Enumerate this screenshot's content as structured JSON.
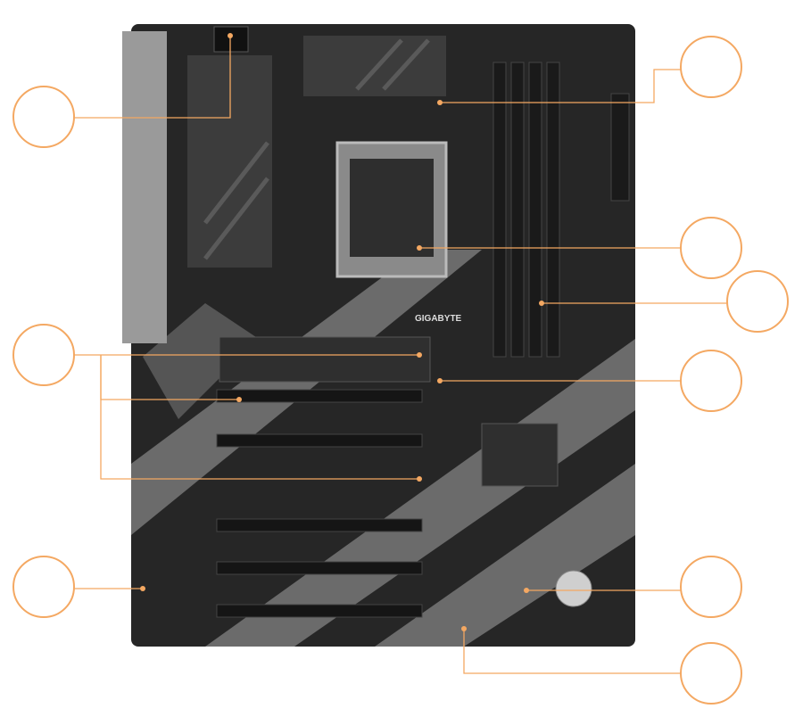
{
  "board": {
    "logo_text": "GIGABYTE",
    "colors": {
      "pcb": "#262626",
      "stripe": "#6e6e6e",
      "heatsink": "#3a3a3a",
      "accent": "#f4a862"
    }
  },
  "callouts": {
    "count": 9,
    "style": "empty circle with leader line",
    "color": "#f4a862"
  }
}
